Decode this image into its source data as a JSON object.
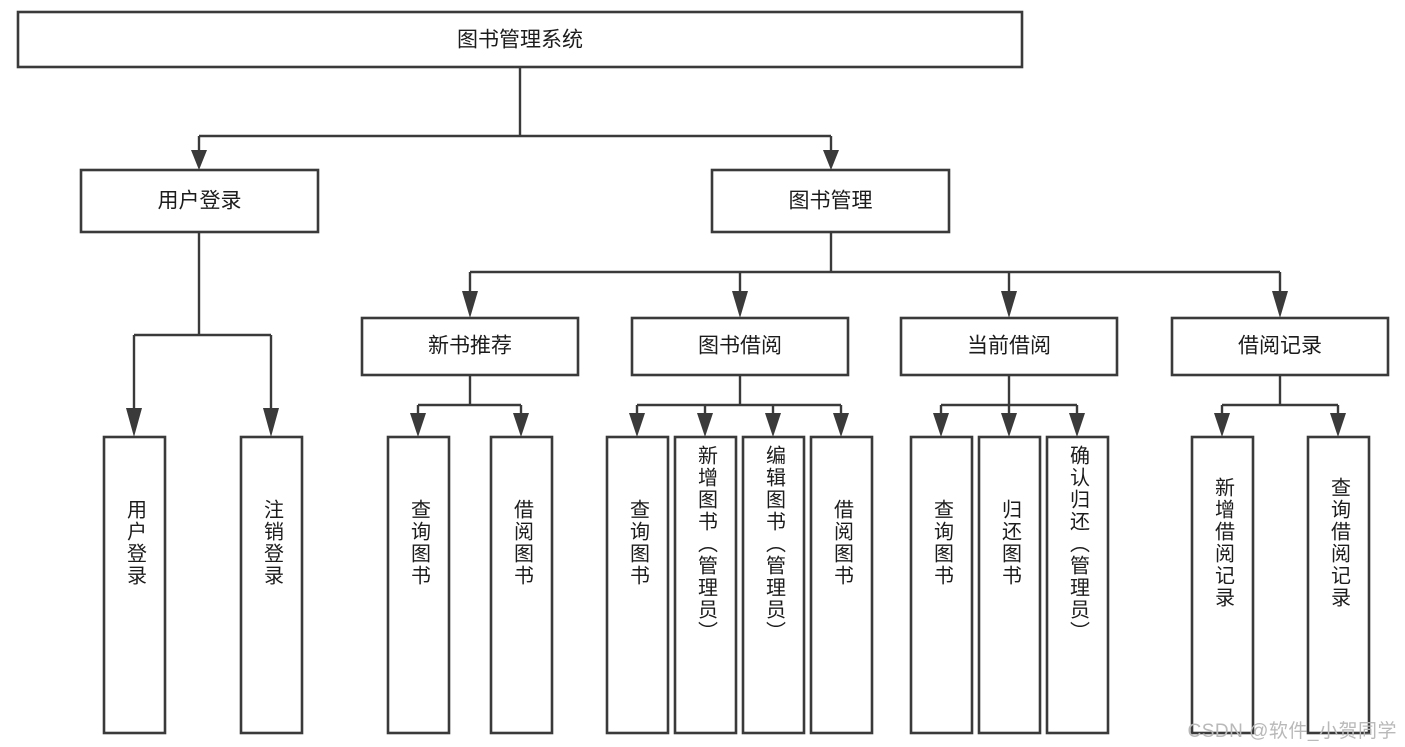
{
  "diagram": {
    "type": "tree-hierarchy",
    "title": "图书管理系统",
    "colors": {
      "stroke": "#3a3a3a",
      "fill": "#ffffff",
      "text": "#1c1c1c",
      "watermark": "#b9b9b9",
      "background": "#ffffff"
    },
    "root": {
      "label": "图书管理系统"
    },
    "level2": [
      {
        "label": "用户登录"
      },
      {
        "label": "图书管理"
      }
    ],
    "level3": [
      {
        "label": "新书推荐"
      },
      {
        "label": "图书借阅"
      },
      {
        "label": "当前借阅"
      },
      {
        "label": "借阅记录"
      }
    ],
    "leaves": {
      "user_login": [
        {
          "label": "用户登录"
        },
        {
          "label": "注销登录"
        }
      ],
      "new_book_recommend": [
        {
          "label": "查询图书"
        },
        {
          "label": "借阅图书"
        }
      ],
      "book_borrow": [
        {
          "label": "查询图书"
        },
        {
          "label": "新增图书（管理员）"
        },
        {
          "label": "编辑图书（管理员）"
        },
        {
          "label": "借阅图书"
        }
      ],
      "current_borrow": [
        {
          "label": "查询图书"
        },
        {
          "label": "归还图书"
        },
        {
          "label": "确认归还（管理员）"
        }
      ],
      "borrow_record": [
        {
          "label": "新增借阅记录"
        },
        {
          "label": "查询借阅记录"
        }
      ]
    }
  },
  "watermark": {
    "text": "CSDN @软件_小贺同学"
  }
}
